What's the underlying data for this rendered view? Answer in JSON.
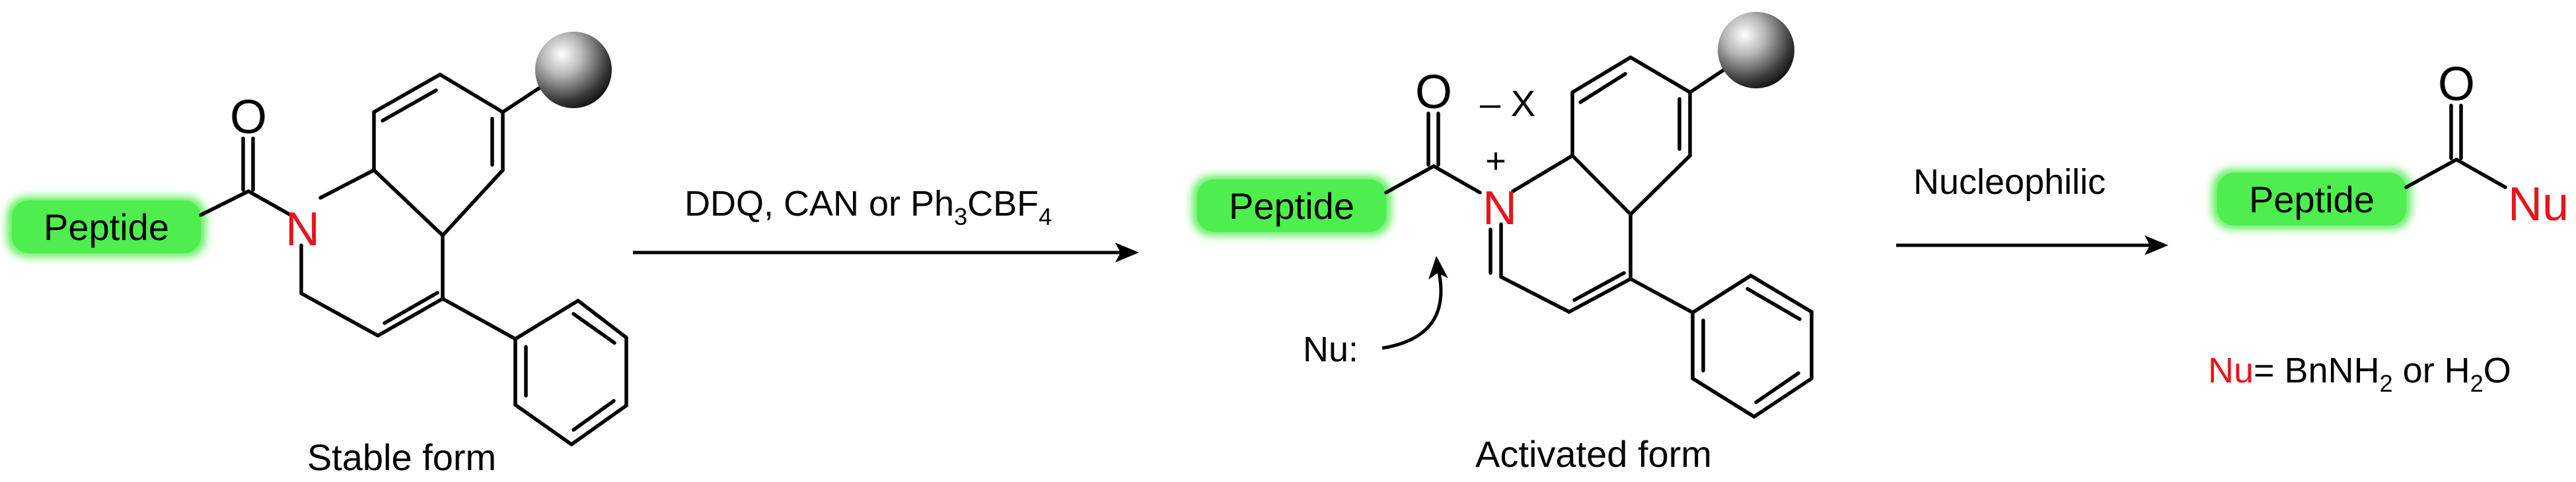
{
  "colors": {
    "tag_fill": "#4dee4d",
    "tag_glow": "#19e619",
    "heteroatom": "#e8141b",
    "bead": "#7a7a7a"
  },
  "icons": {
    "solid_support": "grey-sphere-bead"
  },
  "structures": {
    "stable": {
      "tag": "Peptide",
      "carbonyl_o": "O",
      "ring_n": "N",
      "caption": "Stable form"
    },
    "activated": {
      "tag": "Peptide",
      "carbonyl_o": "O",
      "ring_n": "N",
      "charge": "+",
      "counterion": "– X",
      "nucleophile": "Nu:",
      "caption": "Activated form"
    },
    "product": {
      "tag": "Peptide",
      "carbonyl_o": "O",
      "nu": "Nu"
    }
  },
  "step1": {
    "reagents": "DDQ, CAN or Ph",
    "sub_a": "3",
    "mid": "CBF",
    "sub_b": "4"
  },
  "step2": {
    "label": "Nucleophilic"
  },
  "nu_note": {
    "nu": "Nu",
    "eq": "= BnNH",
    "sub_a": "2",
    "or": " or H",
    "sub_b": "2",
    "tail": "O"
  }
}
